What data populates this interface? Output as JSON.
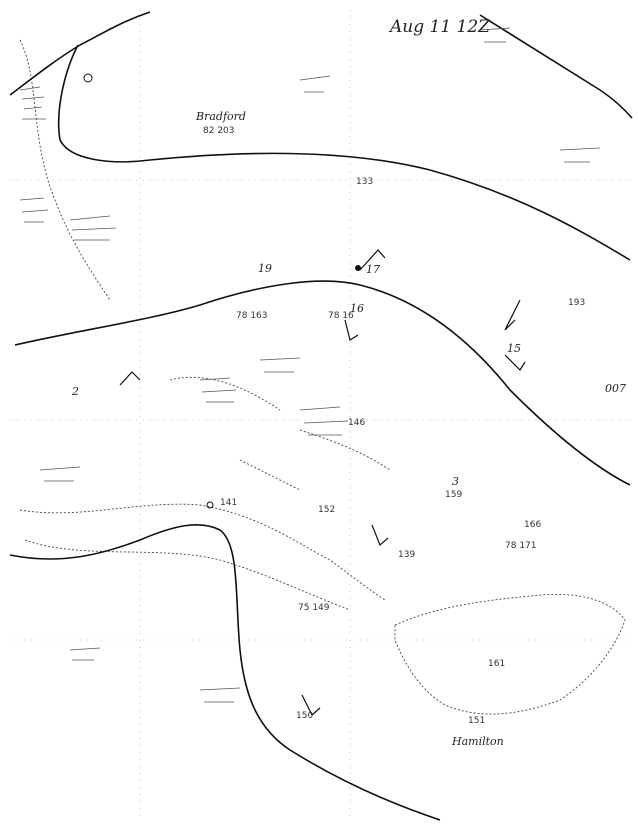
{
  "map": {
    "date_label": "Aug 11 12Z",
    "edge_mark": "007",
    "isobar_labels": [
      {
        "id": "i19",
        "text": "19"
      },
      {
        "id": "i17",
        "text": "17"
      },
      {
        "id": "i16",
        "text": "16"
      },
      {
        "id": "i15",
        "text": "15"
      },
      {
        "id": "i3",
        "text": "3"
      },
      {
        "id": "i2",
        "text": "2"
      }
    ],
    "place_labels": [
      {
        "id": "bradford",
        "text": "Bradford"
      },
      {
        "id": "hamilton",
        "text": "Hamilton"
      }
    ],
    "station_values": [
      {
        "id": "s1",
        "text": "82 203"
      },
      {
        "id": "s2",
        "text": "78 163"
      },
      {
        "id": "s3",
        "text": "75 149"
      },
      {
        "id": "s4",
        "text": "152"
      },
      {
        "id": "s5",
        "text": "159"
      },
      {
        "id": "s6",
        "text": "146"
      },
      {
        "id": "s7",
        "text": "141"
      },
      {
        "id": "s8",
        "text": "166"
      },
      {
        "id": "s9",
        "text": "151"
      },
      {
        "id": "s10",
        "text": "139"
      },
      {
        "id": "s11",
        "text": "161"
      },
      {
        "id": "s12",
        "text": "150"
      },
      {
        "id": "s13",
        "text": "133"
      },
      {
        "id": "s14",
        "text": "193"
      },
      {
        "id": "s15",
        "text": "78 16"
      },
      {
        "id": "s16",
        "text": "78 171"
      }
    ]
  }
}
